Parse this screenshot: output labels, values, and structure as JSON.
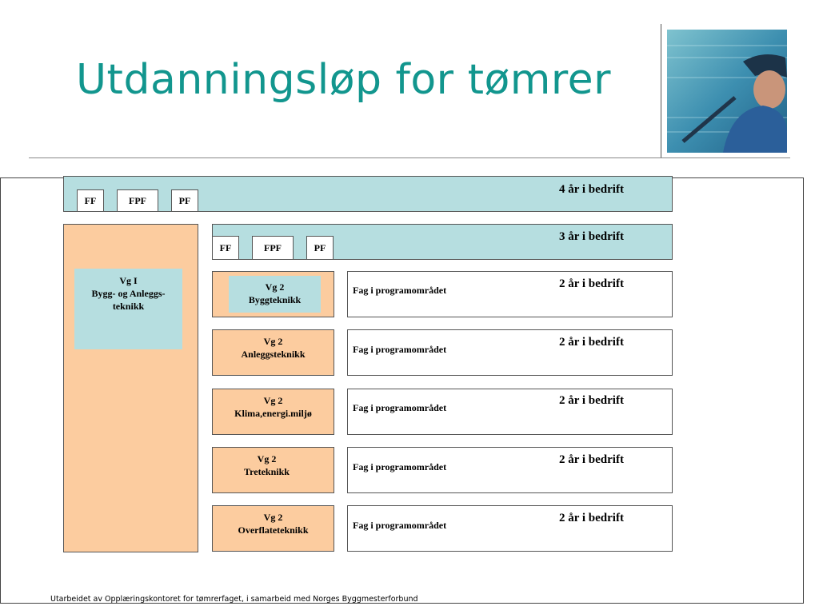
{
  "title": "Utdanningsløp for tømrer",
  "colors": {
    "title": "#12968e",
    "teal_box": "#b6dee0",
    "peach_box": "#fccc9f"
  },
  "row_4yr": {
    "tags": [
      "FF",
      "FPF",
      "PF"
    ],
    "label": "4 år i bedrift"
  },
  "row_3yr": {
    "tags": [
      "FF",
      "FPF",
      "PF"
    ],
    "label": "3 år i bedrift"
  },
  "vg1": {
    "line1": "Vg I",
    "line2": "Bygg- og Anleggs-",
    "line3": "teknikk"
  },
  "programs": [
    {
      "vg": "Vg 2",
      "name": "Byggteknikk",
      "fag": "Fag i programområdet",
      "bedrift": "2 år i bedrift"
    },
    {
      "vg": "Vg 2",
      "name": "Anleggsteknikk",
      "fag": "Fag i programområdet",
      "bedrift": "2 år i bedrift"
    },
    {
      "vg": "Vg 2",
      "name": "Klima,energi.miljø",
      "fag": "Fag i programområdet",
      "bedrift": "2 år i bedrift"
    },
    {
      "vg": "Vg 2",
      "name": "Treteknikk",
      "fag": "Fag i programområdet",
      "bedrift": "2 år i bedrift"
    },
    {
      "vg": "Vg 2",
      "name": "Overflateteknikk",
      "fag": "Fag i programområdet",
      "bedrift": "2 år i bedrift"
    }
  ],
  "footer": "Utarbeidet av Opplæringskontoret for tømrerfaget, i samarbeid med Norges Byggmesterforbund",
  "photo_icon": "carpenter-photo"
}
